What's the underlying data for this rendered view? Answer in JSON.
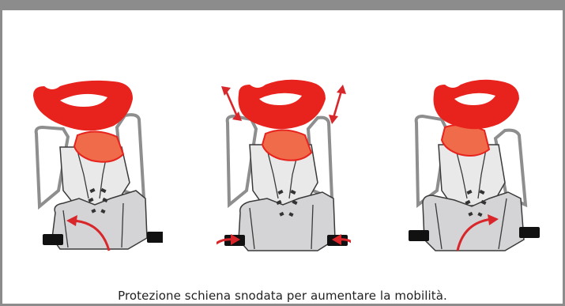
{
  "caption": "Protezione schiena snodata per aumentare la mobilità.",
  "illustrations": [
    {
      "id": "left",
      "arrow": "hinge-rotation-left"
    },
    {
      "id": "center",
      "arrow": "collar-tilt-and-waist-squeeze"
    },
    {
      "id": "right",
      "arrow": "hinge-rotation-right"
    }
  ],
  "colors": {
    "frame": "#8c8c8c",
    "collar": "#e8221c",
    "collar_inner": "#ef6b4a",
    "arrow": "#d8262a",
    "body_light": "#e9e9ea",
    "body_mid": "#c9c9cb",
    "outline": "#3a3a3a",
    "strap": "#111111"
  }
}
